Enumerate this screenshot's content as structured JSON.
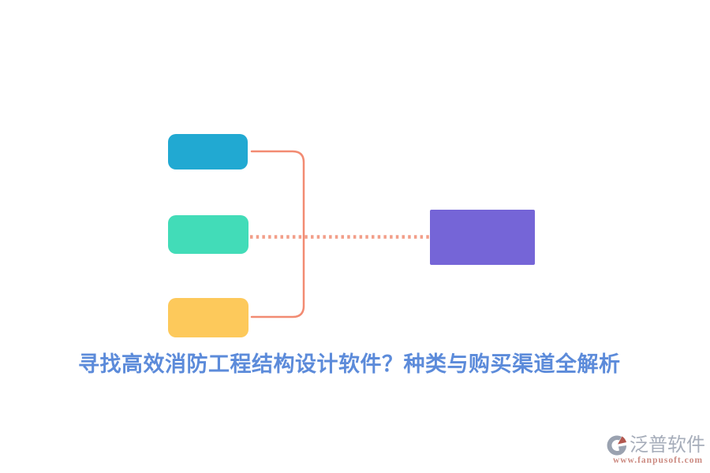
{
  "headline": {
    "text": "寻找高效消防工程结构设计软件？种类与购买渠道全解析",
    "color": "#5C8BDA"
  },
  "diagram": {
    "nodes": [
      {
        "name": "branch-top",
        "color": "#21A9D2"
      },
      {
        "name": "branch-middle",
        "color": "#42DCB8"
      },
      {
        "name": "branch-bottom",
        "color": "#FDC95B"
      },
      {
        "name": "root",
        "color": "#7565D7"
      }
    ],
    "bracket_color": "#F28B72",
    "dotted_line_color": "#F29E88"
  },
  "watermark": {
    "brand": "泛普软件",
    "url": "www.fanpusoft.com",
    "brand_color": "#A6ADBA",
    "url_color": "#CC8B82",
    "logo_gray": "#9AA2B0",
    "logo_red": "#B2574E"
  }
}
